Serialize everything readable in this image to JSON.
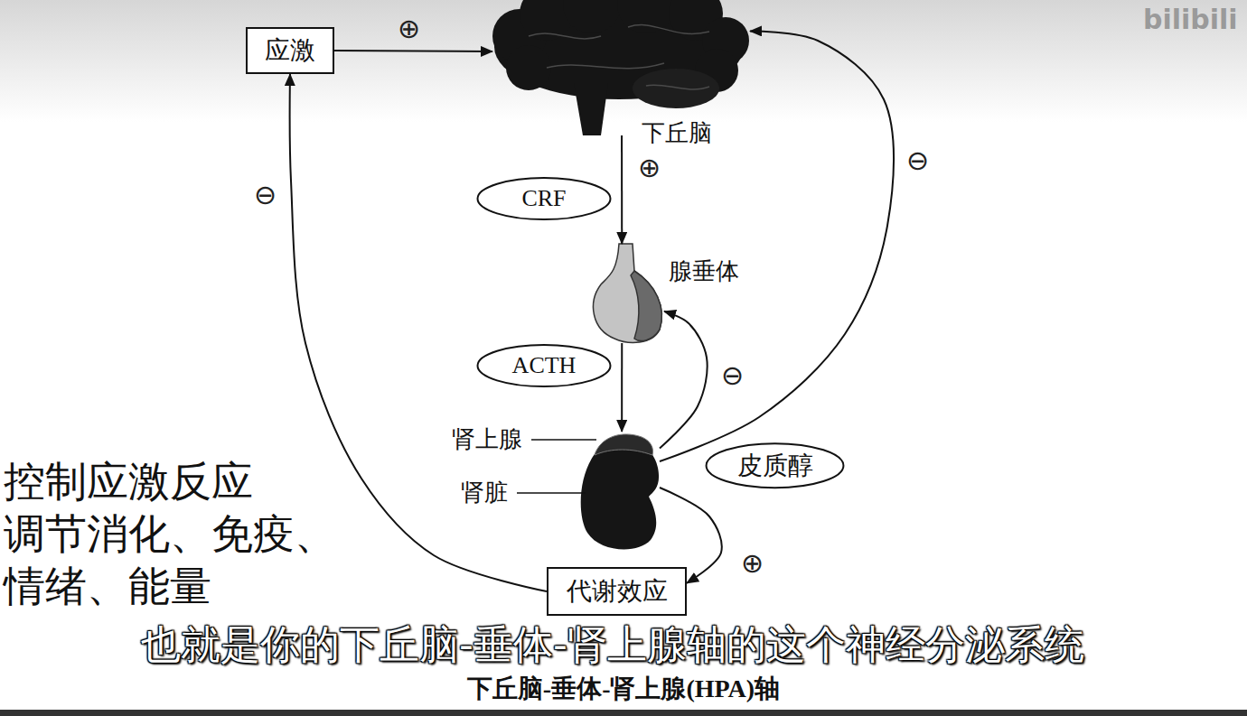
{
  "diagram": {
    "caption": "下丘脑-垂体-肾上腺(HPA)轴",
    "nodes": [
      {
        "text": [
          "应激"
        ]
      },
      {
        "text": [
          "下丘脑"
        ]
      },
      {
        "text": [
          "CRF"
        ]
      },
      {
        "text": [
          "腺垂体"
        ]
      },
      {
        "text": [
          "ACTH"
        ]
      },
      {
        "text": [
          "肾上腺",
          "肾脏"
        ]
      },
      {
        "text": [
          "皮质醇"
        ]
      },
      {
        "text": [
          "代谢效应"
        ]
      }
    ],
    "edges": [
      {
        "from": 0,
        "to": 1,
        "label": "⊕",
        "arrow": "to"
      },
      {
        "from": 1,
        "to": 3,
        "label": "⊕",
        "arrow": "to"
      },
      {
        "from": 3,
        "to": 5,
        "arrow": "to"
      },
      {
        "from": 5,
        "to": 3,
        "label": "⊖",
        "arrow": "to"
      },
      {
        "from": 5,
        "to": 1,
        "label": "⊖",
        "arrow": "to"
      },
      {
        "from": 5,
        "to": 7,
        "label": "⊕",
        "arrow": "to"
      },
      {
        "from": 7,
        "to": 0,
        "label": "⊖",
        "arrow": "to"
      }
    ],
    "labels": [
      "bilibili",
      "控制应激反应",
      "调节消化、免疫、",
      "情绪、能量",
      "也就是你的下丘脑-垂体-肾上腺轴的这个神经分泌系统"
    ]
  }
}
